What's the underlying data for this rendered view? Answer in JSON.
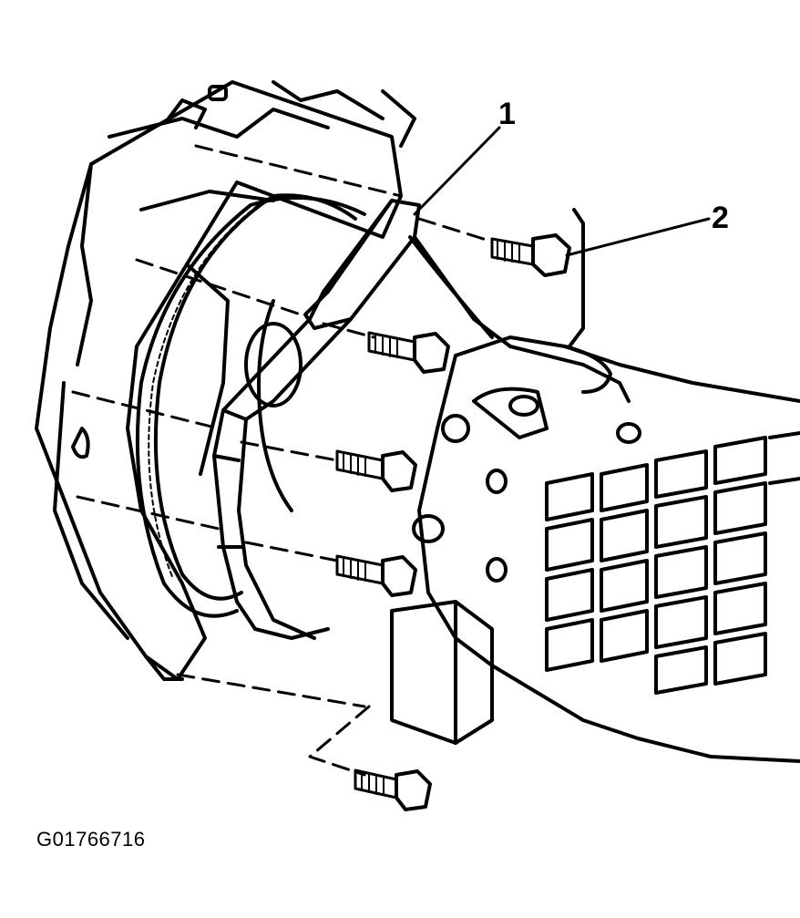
{
  "diagram": {
    "callouts": [
      {
        "id": "1",
        "label": "1"
      },
      {
        "id": "2",
        "label": "2"
      }
    ],
    "figure_code": "G01766716"
  }
}
